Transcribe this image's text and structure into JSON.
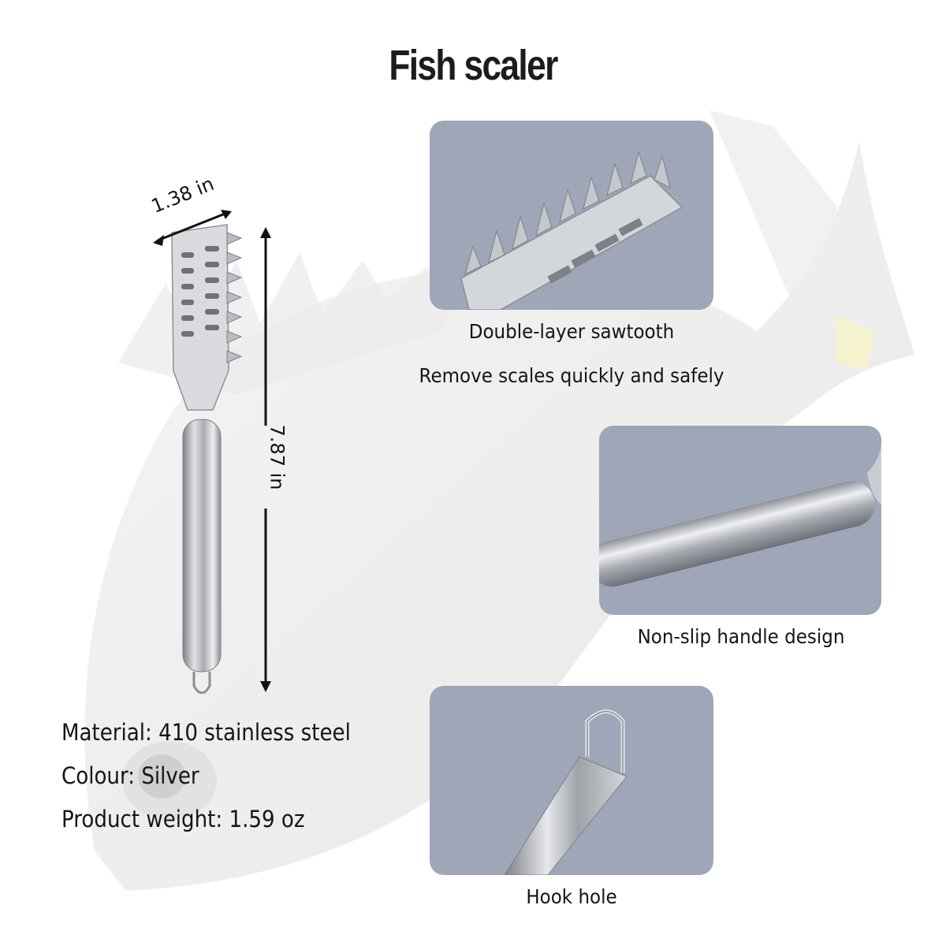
{
  "title": "Fish scaler",
  "dimensions": {
    "width": "1.38 in",
    "length": "7.87 in"
  },
  "specs": [
    {
      "label": "Material: 410 stainless steel"
    },
    {
      "label": "Colour: Silver"
    },
    {
      "label": "Product weight: 1.59 oz"
    }
  ],
  "features": [
    {
      "caption": "Double-layer sawtooth",
      "subcaption": "Remove scales quickly and safely",
      "image": "sawtooth-closeup"
    },
    {
      "caption": "Non-slip handle design",
      "image": "handle-closeup"
    },
    {
      "caption": "Hook hole",
      "image": "hook-closeup"
    }
  ],
  "colors": {
    "panel_bg": "#9ea6b8",
    "text": "#151515",
    "steel_light": "#e4e6ea",
    "steel_dark": "#8a8d93"
  }
}
